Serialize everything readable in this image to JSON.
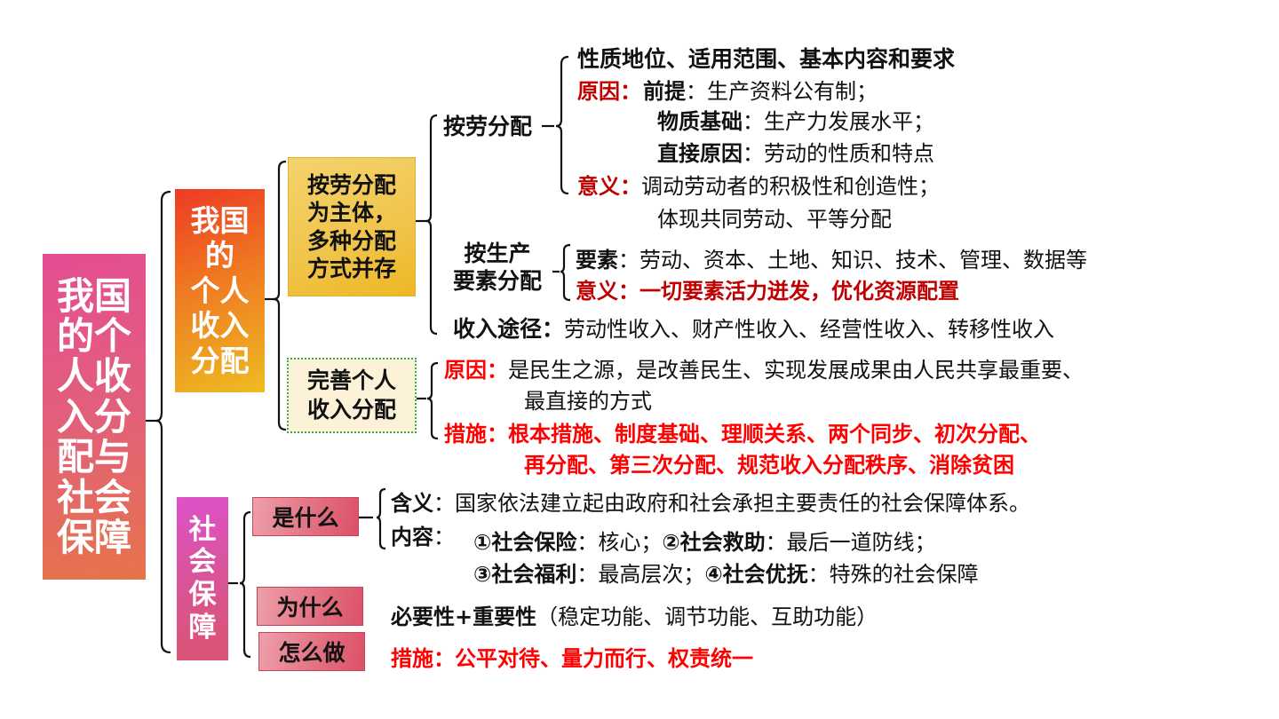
{
  "title": "我国的个人收入分配与社会保障",
  "colors": {
    "dark_red": "#C00000",
    "bright_red": "#FF0000",
    "root_box": "#E44D92",
    "income_box": "#EE3A24",
    "security_box": "#DD52C8",
    "yellow_box": "#F0C44A",
    "cream_box": "#FCF2D8",
    "pink_tag": "#E27283"
  },
  "root": {
    "label": "我国的个人收入分配与社会保障",
    "lines": [
      "我国",
      "的个",
      "人收",
      "入分",
      "配与",
      "社会",
      "保障"
    ]
  },
  "income": {
    "label_lines": [
      "我国",
      "的",
      "个人",
      "收入",
      "分配"
    ],
    "principal": {
      "label_lines": [
        "按劳分配",
        "为主体，",
        "多种分配",
        "方式并存"
      ],
      "by_labor": {
        "label": "按劳分配",
        "item1": "性质地位、适用范围、基本内容和要求",
        "reason_label": "原因：",
        "premise_key": "前提",
        "premise_val": "：生产资料公有制；",
        "material_key": "物质基础",
        "material_val": "：生产力发展水平；",
        "direct_key": "直接原因",
        "direct_val": "：劳动的性质和特点",
        "meaning_label": "意义：",
        "meaning_line1": "调动劳动者的积极性和创造性；",
        "meaning_line2": "体现共同劳动、平等分配"
      },
      "by_factors": {
        "label_lines": [
          "按生产",
          "要素分配"
        ],
        "elements_label": "要素",
        "elements_val": "：劳动、资本、土地、知识、技术、管理、数据等",
        "meaning_label": "意义：",
        "meaning_val": "一切要素活力迸发，优化资源配置"
      },
      "channels": {
        "label": "收入途径：",
        "val": "劳动性收入、财产性收入、经营性收入、转移性收入"
      }
    },
    "improve": {
      "label_lines": [
        "完善个人",
        "收入分配"
      ],
      "reason_label": "原因：",
      "reason_line1": "是民生之源，是改善民生、实现发展成果由人民共享最重要、",
      "reason_line2": "最直接的方式",
      "measures_label": "措施：",
      "measures_line1": "根本措施、制度基础、理顺关系、两个同步、初次分配、",
      "measures_line2": "再分配、第三次分配、规范收入分配秩序、消除贫困"
    }
  },
  "security": {
    "label_lines": [
      "社",
      "会",
      "保",
      "障"
    ],
    "what": {
      "tag": "是什么",
      "meaning_label": "含义",
      "meaning_val": "：国家依法建立起由政府和社会承担主要责任的社会保障体系。",
      "content_label": "内容",
      "content_colon": "：",
      "c1_key": "①社会保险",
      "c1_val": "：核心；",
      "c2_key": "②社会救助",
      "c2_val": "：最后一道防线；",
      "c3_key": "③社会福利",
      "c3_val": "：最高层次；",
      "c4_key": "④社会优抚",
      "c4_val": "：特殊的社会保障"
    },
    "why": {
      "tag": "为什么",
      "key": "必要性+重要性",
      "val": "（稳定功能、调节功能、互助功能）"
    },
    "how": {
      "tag": "怎么做",
      "label": "措施：",
      "val": "公平对待、量力而行、权责统一"
    }
  }
}
